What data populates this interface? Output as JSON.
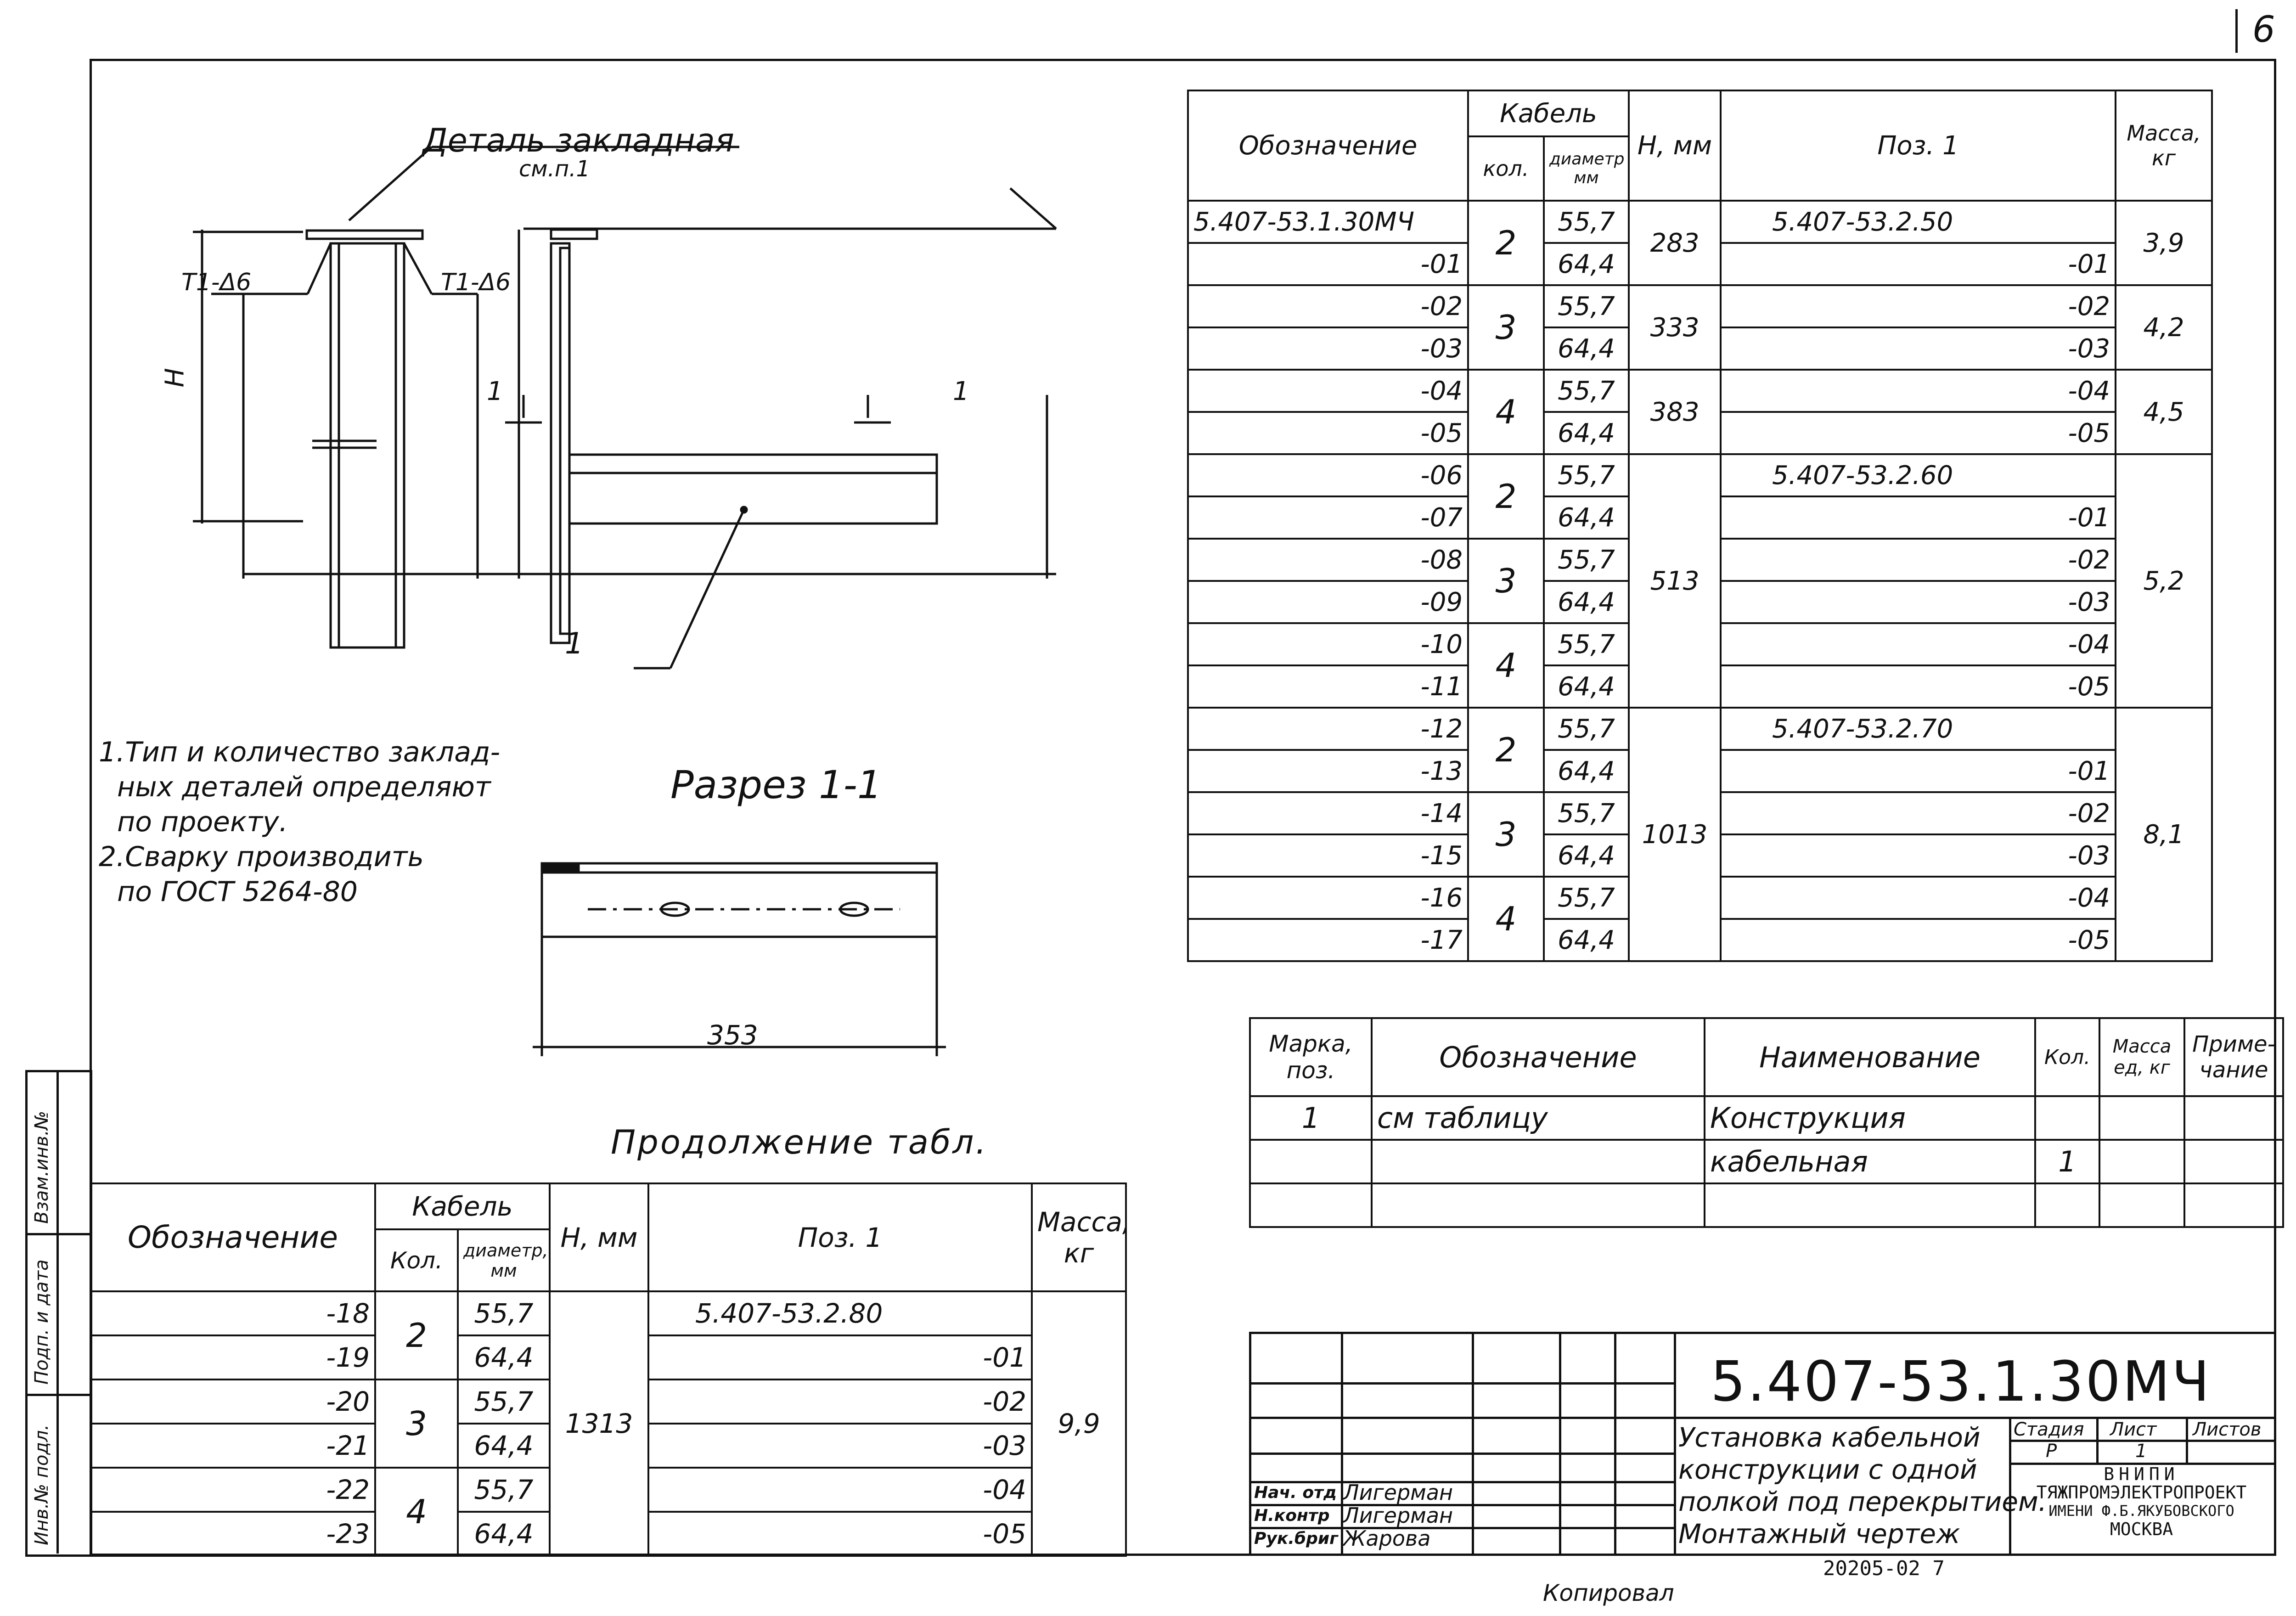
{
  "page_number": "6",
  "drawing": {
    "detail_label": "Деталь закладная",
    "detail_ref": "см.п.1",
    "weld_left": "Т1-Δ6",
    "weld_right": "Т1-Δ6",
    "dim_h": "Н",
    "section_mark": "1",
    "pos_callout": "1",
    "section_title": "Разрез 1-1",
    "section_dim": "353"
  },
  "notes": [
    "1.Тип и количество заклад-",
    "ных деталей определяют",
    "по проекту.",
    "2.Сварку производить",
    "по ГОСТ 5264-80"
  ],
  "main_table": {
    "headers": {
      "designation": "Обозначение",
      "cable": "Кабель",
      "qty": "кол.",
      "diam": "диаметр мм",
      "h": "Н, мм",
      "pos": "Поз. 1",
      "mass": "Масса, кг"
    },
    "rows": [
      {
        "des": "5.407-53.1.30МЧ",
        "dia": "55,7",
        "pos": "5.407-53.2.50"
      },
      {
        "des": "-01",
        "dia": "64,4",
        "pos": "-01"
      },
      {
        "des": "-02",
        "dia": "55,7",
        "pos": "-02"
      },
      {
        "des": "-03",
        "dia": "64,4",
        "pos": "-03"
      },
      {
        "des": "-04",
        "dia": "55,7",
        "pos": "-04"
      },
      {
        "des": "-05",
        "dia": "64,4",
        "pos": "-05"
      },
      {
        "des": "-06",
        "dia": "55,7",
        "pos": "5.407-53.2.60"
      },
      {
        "des": "-07",
        "dia": "64,4",
        "pos": "-01"
      },
      {
        "des": "-08",
        "dia": "55,7",
        "pos": "-02"
      },
      {
        "des": "-09",
        "dia": "64,4",
        "pos": "-03"
      },
      {
        "des": "-10",
        "dia": "55,7",
        "pos": "-04"
      },
      {
        "des": "-11",
        "dia": "64,4",
        "pos": "-05"
      },
      {
        "des": "-12",
        "dia": "55,7",
        "pos": "5.407-53.2.70"
      },
      {
        "des": "-13",
        "dia": "64,4",
        "pos": "-01"
      },
      {
        "des": "-14",
        "dia": "55,7",
        "pos": "-02"
      },
      {
        "des": "-15",
        "dia": "64,4",
        "pos": "-03"
      },
      {
        "des": "-16",
        "dia": "55,7",
        "pos": "-04"
      },
      {
        "des": "-17",
        "dia": "64,4",
        "pos": "-05"
      }
    ],
    "qty": [
      "2",
      "3",
      "4",
      "2",
      "3",
      "4",
      "2",
      "3",
      "4"
    ],
    "h": [
      "283",
      "333",
      "383",
      "513",
      "1013"
    ],
    "mass": [
      "3,9",
      "4,2",
      "4,5",
      "5,2",
      "8,1"
    ]
  },
  "cont_table": {
    "title": "Продолжение табл.",
    "headers": {
      "designation": "Обозначение",
      "cable": "Кабель",
      "qty": "Кол.",
      "diam": "диаметр, мм",
      "h": "Н, мм",
      "pos": "Поз. 1",
      "mass": "Масса, кг"
    },
    "rows": [
      {
        "des": "-18",
        "dia": "55,7",
        "pos": "5.407-53.2.80"
      },
      {
        "des": "-19",
        "dia": "64,4",
        "pos": "-01"
      },
      {
        "des": "-20",
        "dia": "55,7",
        "pos": "-02"
      },
      {
        "des": "-21",
        "dia": "64,4",
        "pos": "-03"
      },
      {
        "des": "-22",
        "dia": "55,7",
        "pos": "-04"
      },
      {
        "des": "-23",
        "dia": "64,4",
        "pos": "-05"
      }
    ],
    "qty": [
      "2",
      "3",
      "4"
    ],
    "h": "1313",
    "mass": "9,9"
  },
  "spec_table": {
    "headers": {
      "mark": "Марка, поз.",
      "designation": "Обозначение",
      "name": "Наименование",
      "qty": "Кол.",
      "mass": "Масса ед, кг",
      "note": "Приме-чание"
    },
    "row": {
      "mark": "1",
      "designation": "см таблицу",
      "name1": "Конструкция",
      "name2": "кабельная",
      "qty": "1"
    }
  },
  "title_block": {
    "code": "5.407-53.1.30МЧ",
    "title_lines": [
      "Установка кабельной",
      "конструкции с одной",
      "полкой под перекрытием.",
      "Монтажный чертеж"
    ],
    "stage_label": "Стадия",
    "sheet_label": "Лист",
    "sheets_label": "Листов",
    "stage": "Р",
    "sheet": "1",
    "org": [
      "ВНИПИ",
      "ТЯЖПРОМЭЛЕКТРОПРОЕКТ",
      "ИМЕНИ Ф.Б.ЯКУБОВСКОГО",
      "МОСКВА"
    ],
    "staff": [
      {
        "role": "Нач. отд",
        "name": "Лигерман"
      },
      {
        "role": "Н.контр",
        "name": "Лигерман"
      },
      {
        "role": "Рук.бриг",
        "name": "Жарова"
      }
    ],
    "archive_no": "20205-02 7",
    "copy_label": "Копировал"
  },
  "side_stamp": [
    "Взам.инв.№",
    "Подп. и дата",
    "Инв.№ подл."
  ]
}
